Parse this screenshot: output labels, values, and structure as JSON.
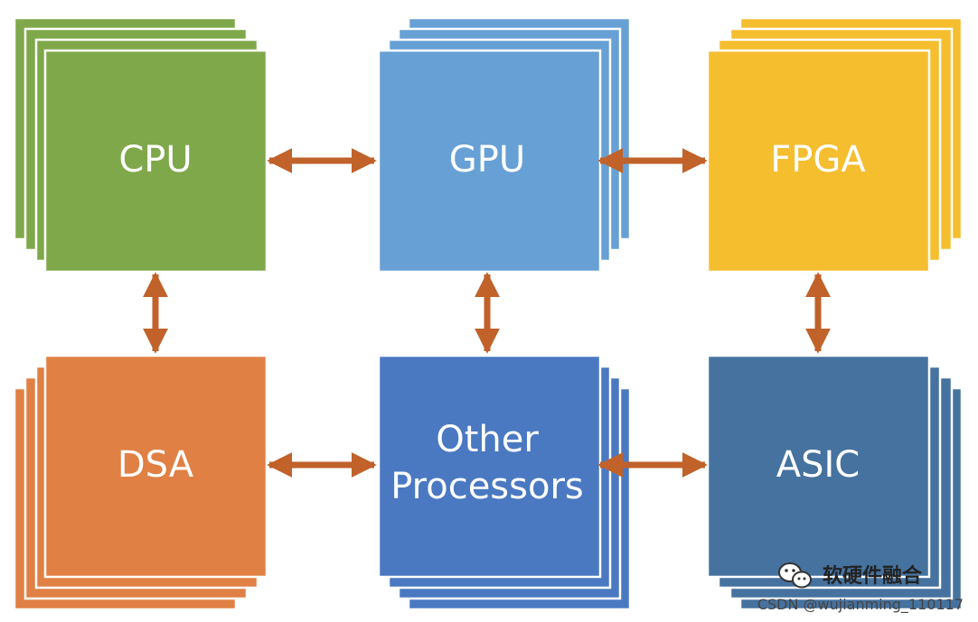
{
  "boxes": [
    {
      "id": "cpu",
      "label": "CPU",
      "color": "#7FA84A"
    },
    {
      "id": "gpu",
      "label": "GPU",
      "color": "#67A0D5"
    },
    {
      "id": "fpga",
      "label": "FPGA",
      "color": "#F5BE2F"
    },
    {
      "id": "dsa",
      "label": "DSA",
      "color": "#E08044"
    },
    {
      "id": "other",
      "label_lines": [
        "Other",
        "Processors"
      ],
      "color": "#4A79C2"
    },
    {
      "id": "asic",
      "label": "ASIC",
      "color": "#46729F"
    }
  ],
  "arrow_color": "#C0622A",
  "watermark": {
    "icon": "wechat-icon",
    "name": "软硬件融合",
    "credit": "CSDN @wujianming_110117"
  }
}
